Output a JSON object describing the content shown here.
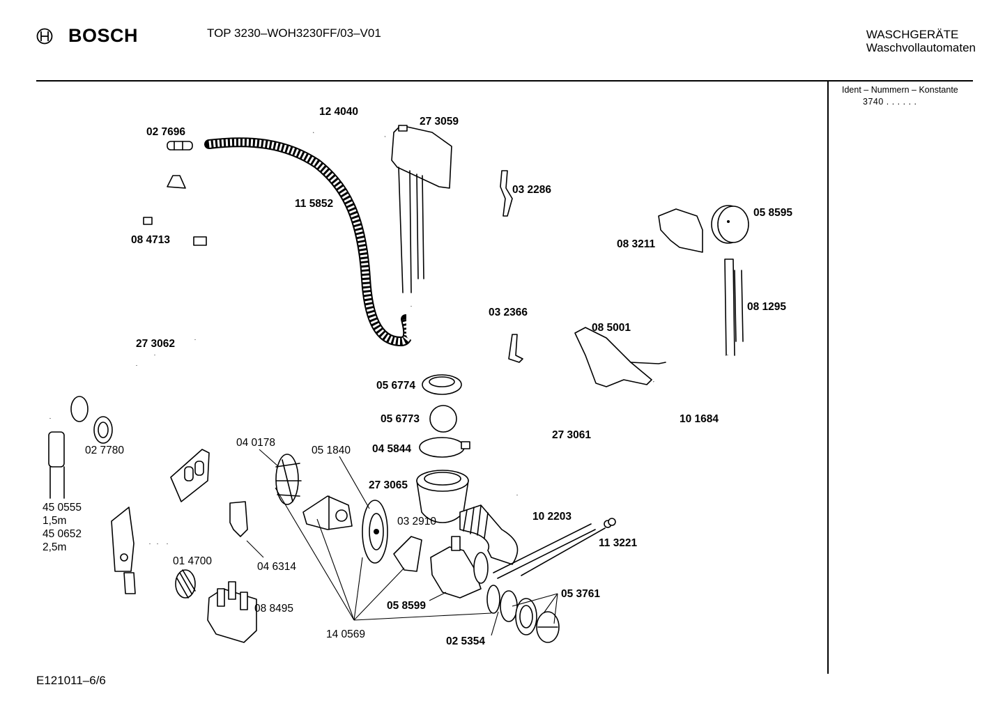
{
  "header": {
    "brand": "BOSCH",
    "model": "TOP 3230–WOH3230FF/03–V01",
    "category_line1": "WASCHGERÄTE",
    "category_line2": "Waschvollautomaten"
  },
  "ident": {
    "title": "Ident – Nummern – Konstante",
    "value": "3740 . . . . . ."
  },
  "footer": {
    "code": "E121011–6/6"
  },
  "icons": {
    "logo": "bosch-armature-icon"
  },
  "parts": {
    "p027696": "02 7696",
    "p124040": "12 4040",
    "p273059": "27 3059",
    "p084713": "08 4713",
    "p115852": "11 5852",
    "p032286": "03 2286",
    "p058595": "05 8595",
    "p083211": "08 3211",
    "p081295": "08 1295",
    "p032366": "03 2366",
    "p085001": "08 5001",
    "p273062": "27 3062",
    "p056774": "05 6774",
    "p056773": "05 6773",
    "p045844": "04 5844",
    "p101684": "10 1684",
    "p027780": "02 7780",
    "p040178": "04 0178",
    "p051840": "05 1840",
    "p273061": "27 3061",
    "p273065": "27 3065",
    "p450555": "45 0555",
    "len1": "1,5m",
    "p450652": "45 0652",
    "len2": "2,5m",
    "p032910": "03 2910",
    "p102203": "10 2203",
    "p113221": "11 3221",
    "p014700": "01 4700",
    "p046314": "04 6314",
    "p088495": "08 8495",
    "p058599": "05 8599",
    "p053761": "05 3761",
    "p140569": "14 0569",
    "p025354": "02 5354"
  }
}
